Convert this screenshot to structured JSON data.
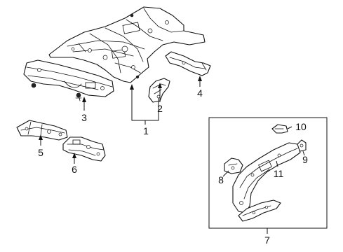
{
  "diagram": {
    "callouts": [
      {
        "id": "c1",
        "text": "1"
      },
      {
        "id": "c2",
        "text": "2"
      },
      {
        "id": "c3",
        "text": "3"
      },
      {
        "id": "c4",
        "text": "4"
      },
      {
        "id": "c5",
        "text": "5"
      },
      {
        "id": "c6",
        "text": "6"
      },
      {
        "id": "c7",
        "text": "7"
      },
      {
        "id": "c8",
        "text": "8"
      },
      {
        "id": "c9",
        "text": "9"
      },
      {
        "id": "c10",
        "text": "10"
      },
      {
        "id": "c11",
        "text": "11"
      }
    ]
  }
}
